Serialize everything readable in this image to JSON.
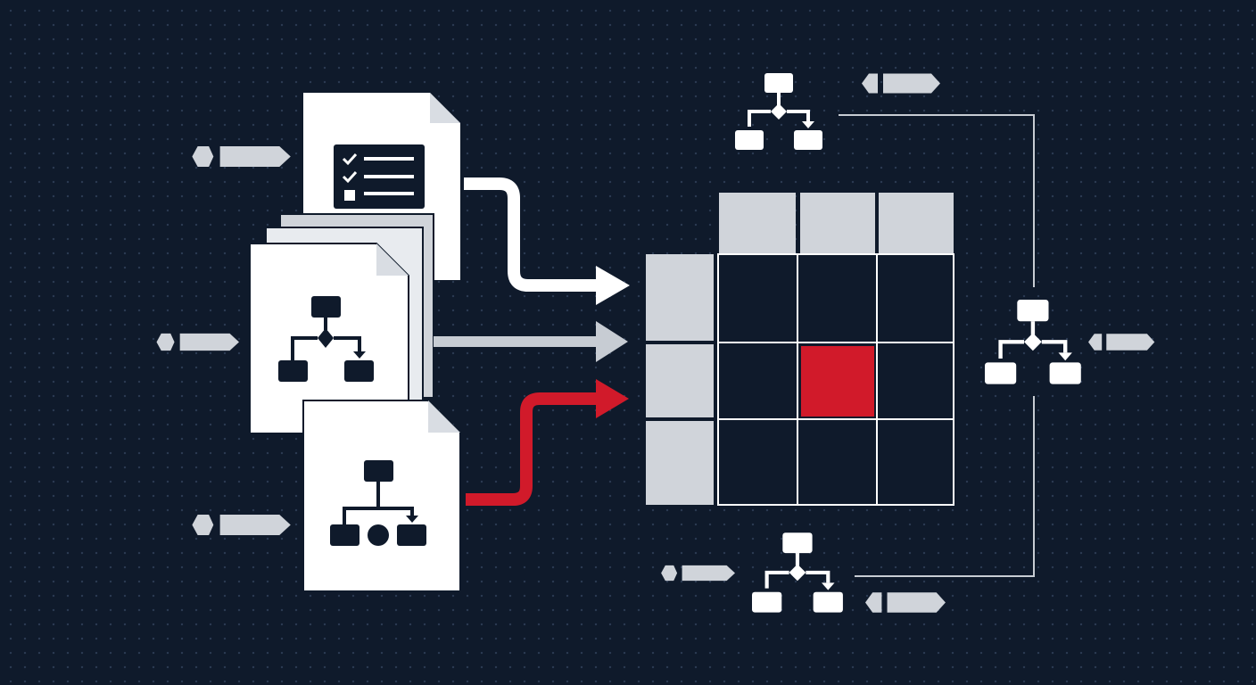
{
  "colors": {
    "background": "#0f1a2b",
    "background_dot": "#2b3a52",
    "paper": "#ffffff",
    "paper_fold": "#d9dde3",
    "ink": "#0f1a2b",
    "light_gray": "#d0d4da",
    "accent_red": "#d11a2a",
    "connector": "#c7ccd3"
  },
  "icons": {
    "checklist_document": "checklist-document-icon",
    "flowchart_document": "flowchart-document-icon",
    "hierarchy_document": "hierarchy-document-icon",
    "flowchart": "flowchart-icon",
    "tag": "tag-icon",
    "arrow": "arrow-icon"
  },
  "diagram": {
    "inputs": [
      {
        "name": "checklist-document",
        "arrow_color": "#ffffff"
      },
      {
        "name": "flowchart-document",
        "arrow_color": "#d0d4da"
      },
      {
        "name": "hierarchy-document",
        "arrow_color": "#d11a2a"
      }
    ],
    "matrix": {
      "rows": 3,
      "cols": 3,
      "highlight_cell": [
        1,
        1
      ],
      "highlight_color": "#d11a2a"
    }
  }
}
